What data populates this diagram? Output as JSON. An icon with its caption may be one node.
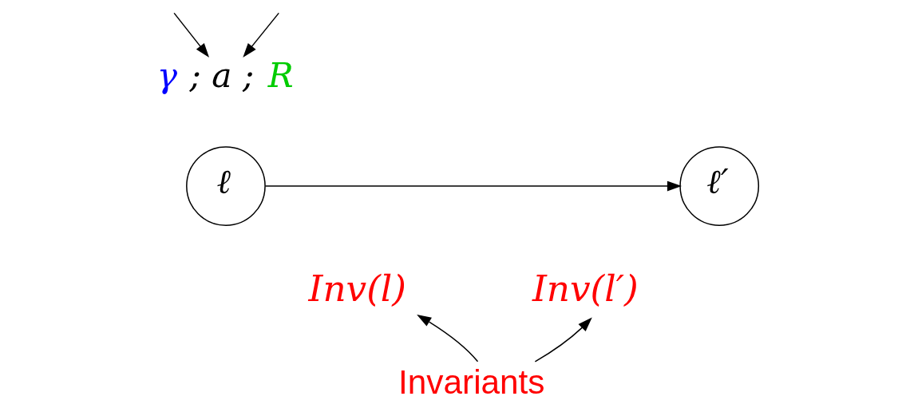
{
  "diagram": {
    "nodes": [
      {
        "text": [
          "ℓ"
        ]
      },
      {
        "text": [
          "ℓ′"
        ]
      },
      {
        "text": [
          "γ",
          "; a ;",
          "R"
        ]
      },
      {
        "text": [
          "Inv(l)"
        ]
      },
      {
        "text": [
          "Inv(l′)"
        ]
      },
      {
        "text": [
          "Invariants"
        ]
      }
    ],
    "edges": [
      {
        "from": 0,
        "to": 1,
        "arrow": "to"
      },
      {
        "from": null,
        "to": 2,
        "arrow": "to"
      },
      {
        "from": null,
        "to": 2,
        "arrow": "to"
      },
      {
        "from": 5,
        "to": 3,
        "arrow": "to"
      },
      {
        "from": 5,
        "to": 4,
        "arrow": "to"
      }
    ]
  }
}
